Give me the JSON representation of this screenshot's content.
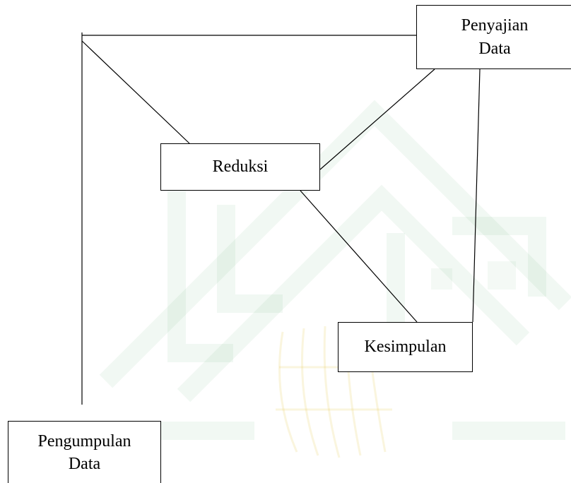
{
  "diagram": {
    "nodes": {
      "penyajian": {
        "line1": "Penyajian",
        "line2": "Data"
      },
      "reduksi": {
        "label": "Reduksi"
      },
      "kesimpulan": {
        "label": "Kesimpulan"
      },
      "pengumpulan": {
        "line1": "Pengumpulan",
        "line2": "Data"
      }
    },
    "edges": [
      {
        "from": "pengumpulan",
        "to": "penyajian"
      },
      {
        "from": "pengumpulan",
        "to": "reduksi"
      },
      {
        "from": "reduksi",
        "to": "penyajian"
      },
      {
        "from": "reduksi",
        "to": "kesimpulan"
      },
      {
        "from": "kesimpulan",
        "to": "penyajian"
      }
    ],
    "colors": {
      "line": "#000000",
      "watermark_green": "#3e9a55",
      "watermark_yellow": "#e2c64a"
    }
  }
}
